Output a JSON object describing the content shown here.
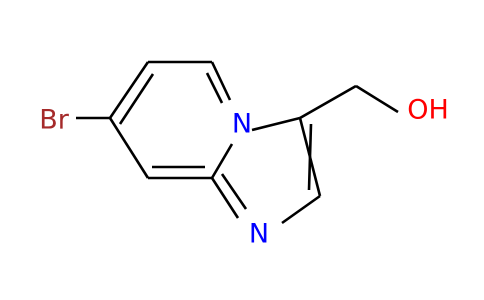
{
  "molecule": {
    "atoms": {
      "bromine": {
        "symbol": "Br",
        "color": "#a52a2a"
      },
      "bridge_nitrogen": {
        "symbol": "N",
        "color": "#0000ff"
      },
      "imidazole_nitrogen": {
        "symbol": "N",
        "color": "#0000ff"
      },
      "hydroxyl": {
        "symbol": "OH",
        "color": "#ff0000"
      }
    },
    "bond_color": "#000000"
  }
}
